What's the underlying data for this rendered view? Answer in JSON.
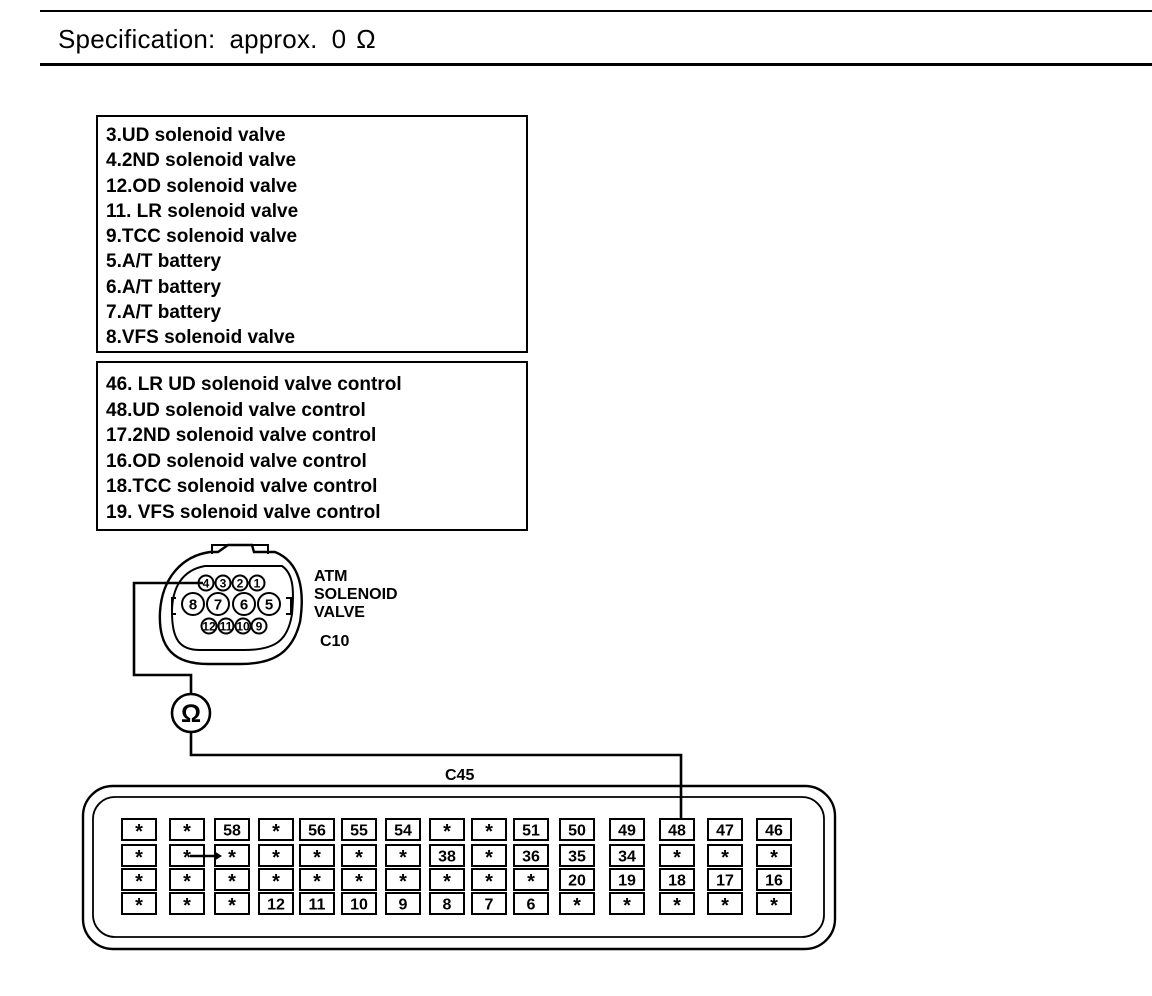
{
  "specification": {
    "label": "Specification:",
    "qualifier": "approx.",
    "value": "0",
    "unit": "Ω"
  },
  "solenoid_pins": [
    "3.UD solenoid valve",
    "4.2ND solenoid valve",
    "12.OD solenoid valve",
    "11. LR solenoid valve",
    "9.TCC solenoid valve",
    "5.A/T battery",
    "6.A/T battery",
    "7.A/T battery",
    "8.VFS solenoid valve"
  ],
  "tcm_pins": [
    "46. LR UD solenoid valve control",
    "48.UD solenoid valve control",
    "17.2ND solenoid valve control",
    "16.OD solenoid valve control",
    "18.TCC solenoid valve control",
    "19. VFS solenoid valve control"
  ],
  "atm_connector": {
    "name_lines": [
      "ATM",
      "SOLENOID",
      "VALVE"
    ],
    "code": "C10",
    "pins_top": [
      "4",
      "3",
      "2",
      "1"
    ],
    "pins_middle": [
      "8",
      "7",
      "6",
      "5"
    ],
    "pins_bottom": [
      "12",
      "11",
      "10",
      "9"
    ]
  },
  "meter": {
    "symbol": "Ω"
  },
  "tcm_connector": {
    "code": "C45",
    "rows": [
      [
        "*",
        "*",
        "58",
        "*",
        "56",
        "55",
        "54",
        "*",
        "*",
        "51",
        "50",
        "49",
        "48",
        "47",
        "46"
      ],
      [
        "*",
        "*",
        "*",
        "*",
        "*",
        "*",
        "*",
        "38",
        "*",
        "36",
        "35",
        "34",
        "*",
        "*",
        "*"
      ],
      [
        "*",
        "*",
        "*",
        "*",
        "*",
        "*",
        "*",
        "*",
        "*",
        "*",
        "20",
        "19",
        "18",
        "17",
        "16"
      ],
      [
        "*",
        "*",
        "*",
        "12",
        "11",
        "10",
        "9",
        "8",
        "7",
        "6",
        "*",
        "*",
        "*",
        "*",
        "*"
      ]
    ]
  }
}
